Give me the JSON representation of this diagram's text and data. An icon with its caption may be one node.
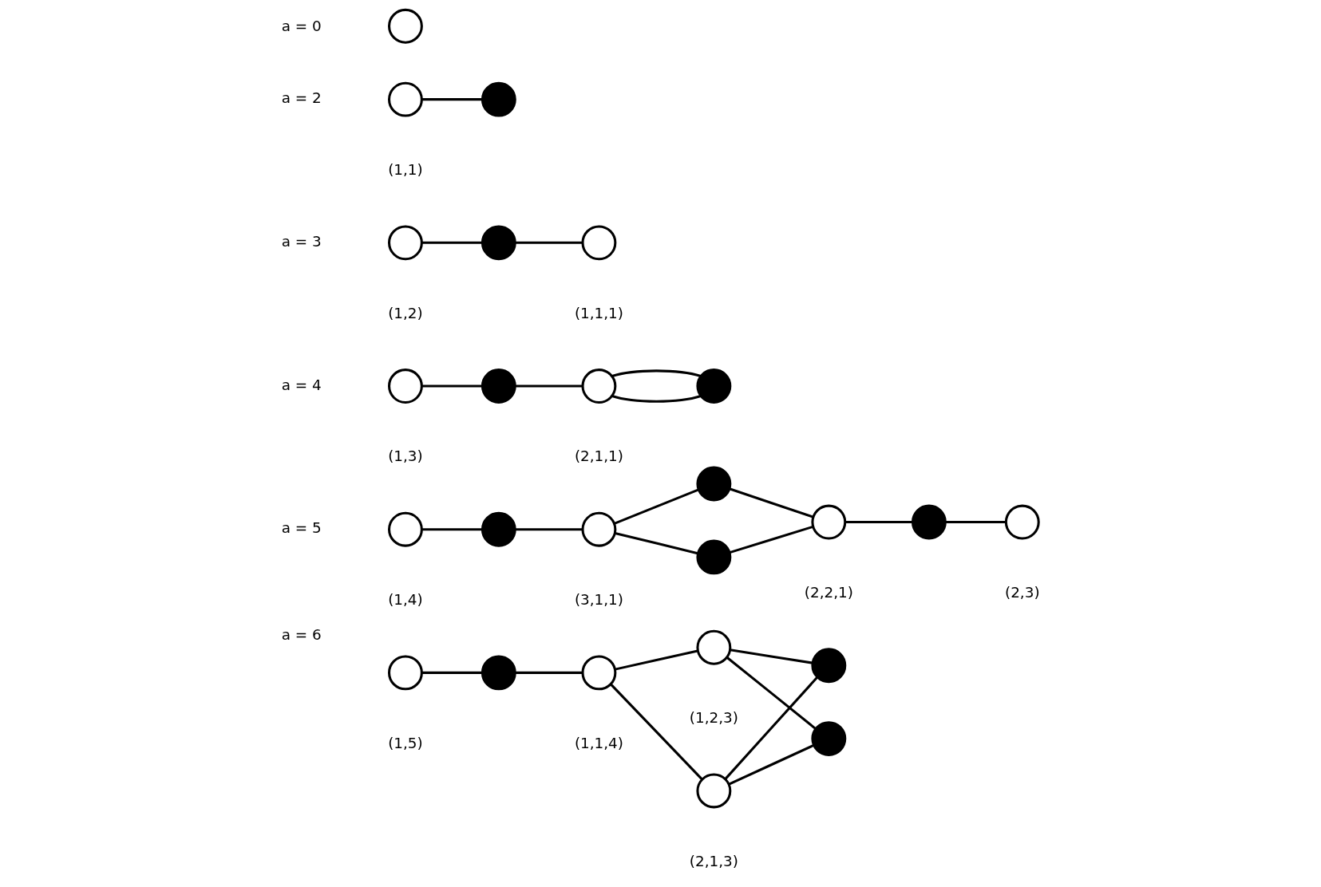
{
  "diagram": {
    "nodes": [
      {
        "text": [],
        "shape": "circle"
      },
      {
        "text": [],
        "shape": "circle",
        "beside": [
          "(1,1)"
        ]
      },
      {
        "text": [],
        "shape": "circle"
      },
      {
        "text": [],
        "shape": "circle",
        "beside": [
          "(1,2)"
        ]
      },
      {
        "text": [],
        "shape": "circle"
      },
      {
        "text": [],
        "shape": "circle",
        "beside": [
          "(1,1,1)"
        ]
      },
      {
        "text": [],
        "shape": "circle",
        "beside": [
          "(1,3)"
        ]
      },
      {
        "text": [],
        "shape": "circle"
      },
      {
        "text": [],
        "shape": "circle",
        "beside": [
          "(2,1,1)"
        ]
      },
      {
        "text": [],
        "shape": "circle"
      },
      {
        "text": [],
        "shape": "circle",
        "beside": [
          "(1,4)"
        ]
      },
      {
        "text": [],
        "shape": "circle"
      },
      {
        "text": [],
        "shape": "circle",
        "beside": [
          "(3,1,1)"
        ]
      },
      {
        "text": [],
        "shape": "circle"
      },
      {
        "text": [],
        "shape": "circle"
      },
      {
        "text": [],
        "shape": "circle",
        "beside": [
          "(2,2,1)"
        ]
      },
      {
        "text": [],
        "shape": "circle"
      },
      {
        "text": [],
        "shape": "circle",
        "beside": [
          "(2,3)"
        ]
      },
      {
        "text": [],
        "shape": "circle",
        "beside": [
          "(1,5)"
        ]
      },
      {
        "text": [],
        "shape": "circle"
      },
      {
        "text": [],
        "shape": "circle",
        "beside": [
          "(1,1,4)"
        ]
      },
      {
        "text": [],
        "shape": "circle",
        "beside": [
          "(1,2,3)"
        ]
      },
      {
        "text": [],
        "shape": "circle"
      },
      {
        "text": [],
        "shape": "circle"
      },
      {
        "text": [],
        "shape": "circle",
        "beside": [
          "(2,1,3)"
        ]
      }
    ],
    "edges": [
      {
        "from": 1,
        "to": 2,
        "arrow": "none"
      },
      {
        "from": 3,
        "to": 4,
        "arrow": "none"
      },
      {
        "from": 4,
        "to": 5,
        "arrow": "none"
      },
      {
        "from": 6,
        "to": 7,
        "arrow": "none"
      },
      {
        "from": 7,
        "to": 8,
        "arrow": "none"
      },
      {
        "from": 8,
        "to": 9,
        "arrow": "none"
      },
      {
        "from": 8,
        "to": 9,
        "arrow": "none"
      },
      {
        "from": 10,
        "to": 11,
        "arrow": "none"
      },
      {
        "from": 11,
        "to": 12,
        "arrow": "none"
      },
      {
        "from": 12,
        "to": 13,
        "arrow": "none"
      },
      {
        "from": 13,
        "to": 15,
        "arrow": "none"
      },
      {
        "from": 12,
        "to": 14,
        "arrow": "none"
      },
      {
        "from": 14,
        "to": 15,
        "arrow": "none"
      },
      {
        "from": 15,
        "to": 16,
        "arrow": "none"
      },
      {
        "from": 16,
        "to": 17,
        "arrow": "none"
      },
      {
        "from": 18,
        "to": 19,
        "arrow": "none"
      },
      {
        "from": 19,
        "to": 20,
        "arrow": "none"
      },
      {
        "from": 20,
        "to": 21,
        "arrow": "none"
      },
      {
        "from": 20,
        "to": 24,
        "arrow": "none"
      },
      {
        "from": 21,
        "to": 22,
        "arrow": "none"
      },
      {
        "from": 22,
        "to": 24,
        "arrow": "none"
      },
      {
        "from": 21,
        "to": 23,
        "arrow": "none"
      },
      {
        "from": 23,
        "to": 24,
        "arrow": "none"
      }
    ],
    "labels": [
      "a = 0",
      "a = 2",
      "a = 3",
      "a = 4",
      "a = 5",
      "a = 6"
    ]
  }
}
